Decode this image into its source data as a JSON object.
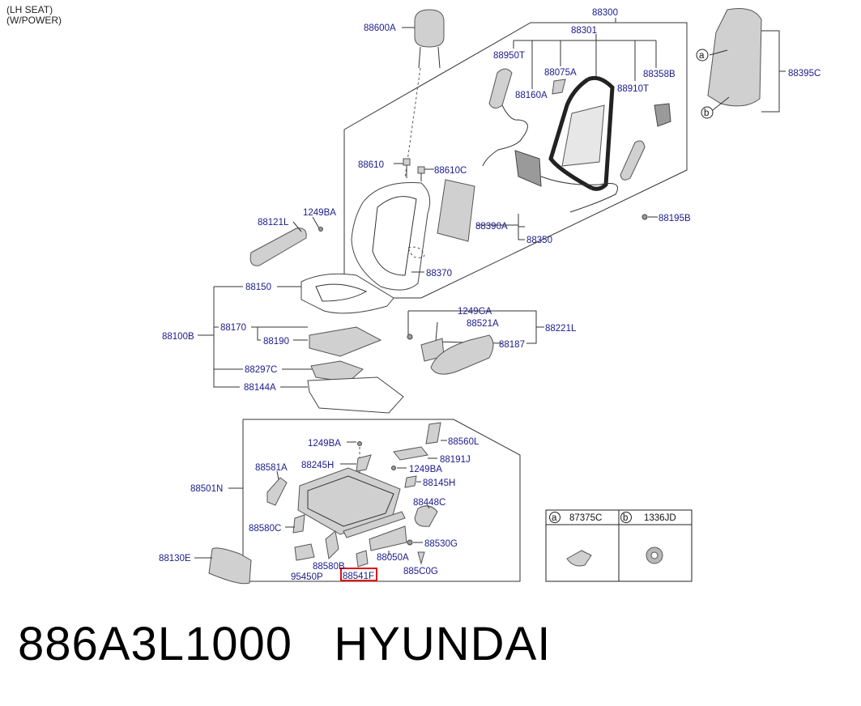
{
  "header": {
    "line1": "(LH SEAT)",
    "line2": "(W/POWER)"
  },
  "labels": {
    "l88300": "88300",
    "l88301": "88301",
    "l88600A": "88600A",
    "l88950T": "88950T",
    "l88075A": "88075A",
    "l88358B": "88358B",
    "l88160A": "88160A",
    "l88910T": "88910T",
    "l88395C": "88395C",
    "l88610": "88610",
    "l88610C": "88610C",
    "l88195B": "88195B",
    "l88121L": "88121L",
    "l1249BA_a": "1249BA",
    "l88390A": "88390A",
    "l88350": "88350",
    "l88370": "88370",
    "l88150": "88150",
    "l88170": "88170",
    "l88190": "88190",
    "l88100B": "88100B",
    "l88297C": "88297C",
    "l88144A": "88144A",
    "l1249GA": "1249GA",
    "l88521A": "88521A",
    "l88221L": "88221L",
    "l88187": "88187",
    "l1249BA_b": "1249BA",
    "l88560L": "88560L",
    "l88191J": "88191J",
    "l88245H": "88245H",
    "l1249BA_c": "1249BA",
    "l88581A": "88581A",
    "l88145H": "88145H",
    "l88501N": "88501N",
    "l88448C": "88448C",
    "l88580C": "88580C",
    "l88530G": "88530G",
    "l88050A": "88050A",
    "l88580B": "88580B",
    "l885C0G": "885C0G",
    "l95450P": "95450P",
    "l88541F": "88541F",
    "l88130E": "88130E"
  },
  "callouts": {
    "a": "a",
    "b": "b"
  },
  "legend": {
    "a_letter": "a",
    "a_part": "87375C",
    "b_letter": "b",
    "b_part": "1336JD"
  },
  "highlight_color": "#e01010",
  "label_color": "#1a1a8c",
  "footer": {
    "part_number": "886A3L1000",
    "brand": "HYUNDAI"
  }
}
